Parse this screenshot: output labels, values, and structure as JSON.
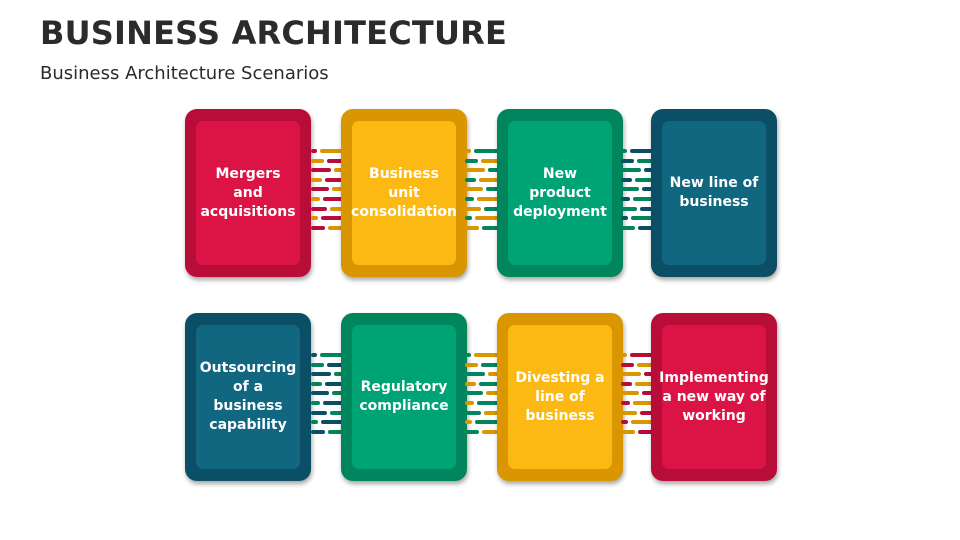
{
  "header": {
    "title": "BUSINESS ARCHITECTURE",
    "subtitle": "Business Architecture Scenarios"
  },
  "colors": {
    "red": {
      "outer": "#b80d38",
      "inner": "#dc1446"
    },
    "yellow": {
      "outer": "#d99600",
      "inner": "#fdb913"
    },
    "green": {
      "outer": "#00855c",
      "inner": "#00a374"
    },
    "blue": {
      "outer": "#0b4f66",
      "inner": "#116680"
    }
  },
  "rows": [
    {
      "cards": [
        {
          "label": "Mergers and acquisitions",
          "color": "red"
        },
        {
          "label": "Business unit consolidation",
          "color": "yellow"
        },
        {
          "label": "New product deployment",
          "color": "green"
        },
        {
          "label": "New line of business",
          "color": "blue"
        }
      ]
    },
    {
      "cards": [
        {
          "label": "Outsourcing of a business capability",
          "color": "blue"
        },
        {
          "label": "Regulatory compliance",
          "color": "green"
        },
        {
          "label": "Divesting a line of business",
          "color": "yellow"
        },
        {
          "label": "Implementing a new way of working",
          "color": "red"
        }
      ]
    }
  ]
}
